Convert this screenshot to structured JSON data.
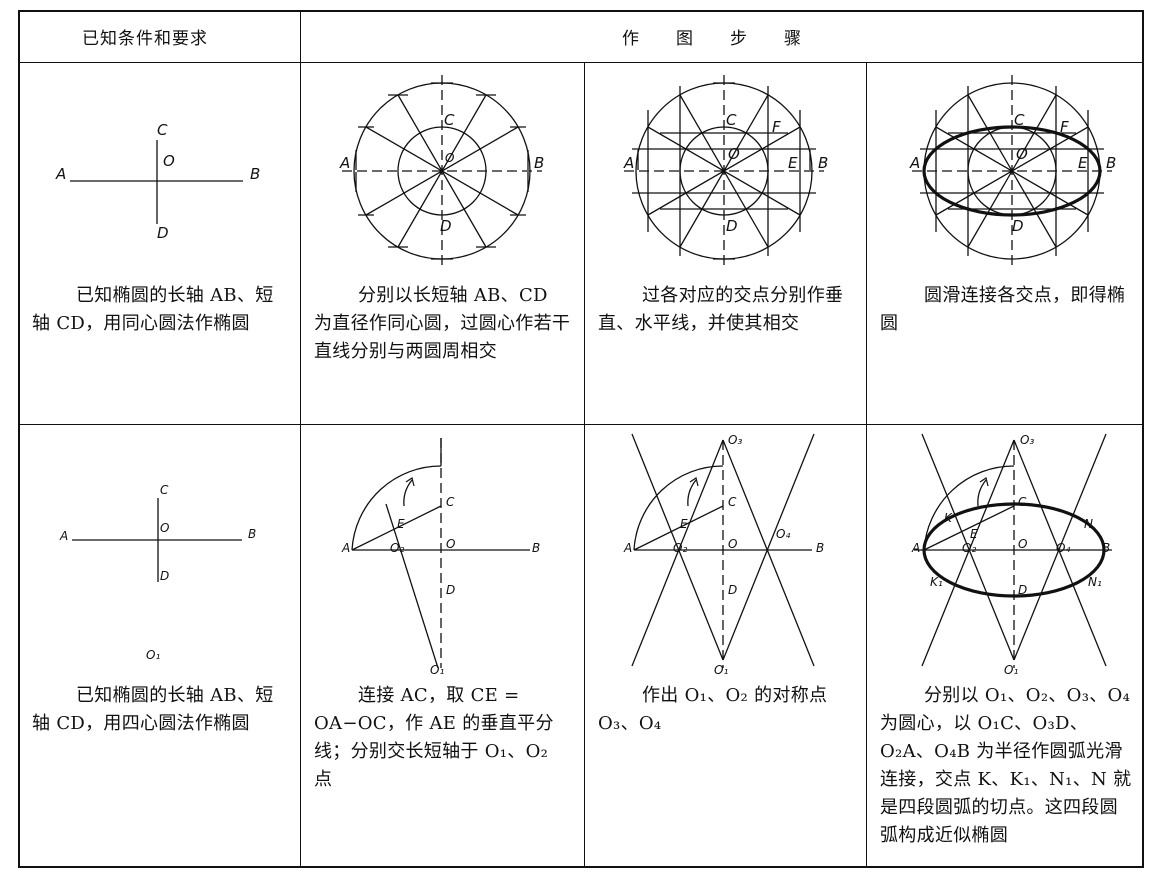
{
  "header": {
    "col1": "已知条件和要求",
    "col2": "作　　图　　步　　骤"
  },
  "row1": {
    "given": "已知椭圆的长轴 AB、短轴 CD，用同心圆法作椭圆",
    "step1": "分别以长短轴 AB、CD 为直径作同心圆，过圆心作若干直线分别与两圆周相交",
    "step2": "过各对应的交点分别作垂直、水平线，并使其相交",
    "step3": "圆滑连接各交点，即得椭圆"
  },
  "row2": {
    "given": "已知椭圆的长轴 AB、短轴 CD，用四心圆法作椭圆",
    "step1": "连接 AC，取 CE = OA−OC，作 AE 的垂直平分线；分别交长短轴于 O₁、O₂ 点",
    "step2": "作出 O₁、O₂ 的对称点 O₃、O₄",
    "step3": "分别以 O₁、O₂、O₃、O₄ 为圆心，以 O₁C、O₃D、O₂A、O₄B 为半径作圆弧光滑连接，交点 K、K₁、N₁、N 就是四段圆弧的切点。这四段圆弧构成近似椭圆"
  },
  "labels": {
    "A": "A",
    "B": "B",
    "C": "C",
    "D": "D",
    "O": "O",
    "E": "E",
    "F": "F",
    "K": "K",
    "K1": "K₁",
    "N": "N",
    "N1": "N₁",
    "O1": "O₁",
    "O2": "O₂",
    "O3": "O₃",
    "O4": "O₄"
  }
}
